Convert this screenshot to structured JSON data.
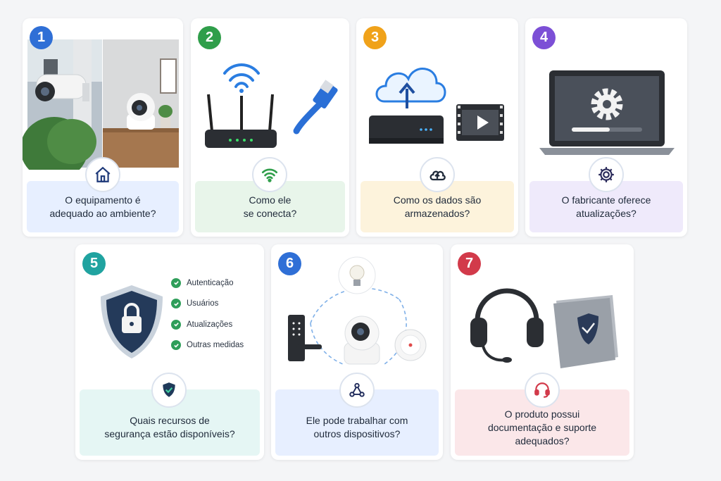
{
  "cards": [
    {
      "number": "1",
      "color": "#2f6fd6",
      "question": "O equipamento é\nadequado ao ambiente?",
      "icon": "home-icon",
      "tint": "#e7efff"
    },
    {
      "number": "2",
      "color": "#2f9e4a",
      "question": "Como ele\nse conecta?",
      "icon": "wifi-icon",
      "tint": "#e8f5ea"
    },
    {
      "number": "3",
      "color": "#f0a21a",
      "question": "Como os dados são\narmazenados?",
      "icon": "cloud-upload-icon",
      "tint": "#fdf3dc"
    },
    {
      "number": "4",
      "color": "#7c4fd6",
      "question": "O fabricante oferece\natualizações?",
      "icon": "gear-icon",
      "tint": "#efeafb"
    },
    {
      "number": "5",
      "color": "#20a3a0",
      "question": "Quais recursos de\nsegurança estão disponíveis?",
      "icon": "shield-check-icon",
      "tint": "#e5f6f4"
    },
    {
      "number": "6",
      "color": "#2f6fd6",
      "question": "Ele pode trabalhar com\noutros dispositivos?",
      "icon": "network-icon",
      "tint": "#e7efff"
    },
    {
      "number": "7",
      "color": "#d23a4a",
      "question": "O produto possui\ndocumentação e suporte\nadequados?",
      "icon": "headset-icon",
      "tint": "#fbe7e9"
    }
  ],
  "security_features": [
    "Autenticação",
    "Usuários",
    "Atualizações",
    "Outras medidas"
  ]
}
